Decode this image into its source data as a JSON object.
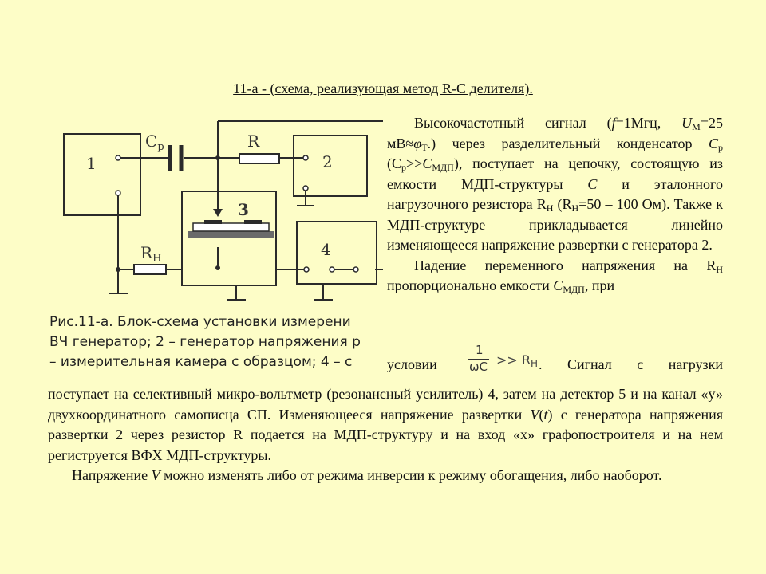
{
  "title": "11-а - (схема, реализующая метод R-C делителя).",
  "figure": {
    "labels": {
      "block1": "1",
      "block2": "2",
      "block3": "3",
      "block4": "4",
      "cp_main": "C",
      "cp_sub": "р",
      "r": "R",
      "rn_main": "R",
      "rn_sub": "Н"
    },
    "caption": {
      "line1": "Рис.11-а. Блок-схема установки измерени",
      "line2": "ВЧ генератор; 2 – генератор напряжения р",
      "line3": "– измерительная камера с образцом; 4 – с"
    }
  },
  "right_column": {
    "p1": {
      "a": "Высокочастотный сигнал (",
      "f": "f",
      "b": "=1Мгц, ",
      "u": "U",
      "u_sub": "М",
      "c": "=25 мВ≈",
      "phi": "φ",
      "phi_sub": "Т",
      "d": ".) через разделительный конденсатор ",
      "cp": "C",
      "cp_sub": "р",
      "e": " (С",
      "e_sub": "р",
      "f2": ">>",
      "cmdp": "C",
      "cmdp_sub": "МДП",
      "g": "), поступает на цепочку, состоящую из емкости МДП-структуры ",
      "c2": "C",
      "h": " и эталонного нагрузочного резистора R",
      "rn_sub": "Н",
      "i": " (R",
      "rn_sub2": "Н",
      "j": "=50 – 100 Ом). Также к МДП-структуре прикладывается линейно изменяющееся напряжение развертки с генератора 2."
    },
    "p2": {
      "a": "Падение переменного напряжения на R",
      "rn_sub": "Н",
      "b": " пропорционально емкости ",
      "c": "C",
      "c_sub": "МДП",
      "d": ", при"
    },
    "condition": {
      "word": "условии",
      "frac_num": "1",
      "frac_den": "ωC",
      "relation": ">> R",
      "relation_sub": "Н",
      "rest": ". Сигнал с нагрузки"
    }
  },
  "bottom": {
    "p1": {
      "a": "поступает на селективный микро-вольтметр (резонансный усилитель) 4, затем на детектор 5 и на канал «у» двухкоординатного самописца СП. Изменяющееся напряжение развертки ",
      "v": "V",
      "b": "(",
      "t": "t",
      "c": ") с генератора напряжения развертки 2 через резистор R подается на МДП-структуру и на вход «х» графопостроителя и на нем региструется ВФХ МДП-структуры."
    },
    "p2": {
      "a": "Напряжение ",
      "v": "V",
      "b": " можно изменять либо от режима инверсии к режиму обогащения, либо наоборот."
    }
  }
}
